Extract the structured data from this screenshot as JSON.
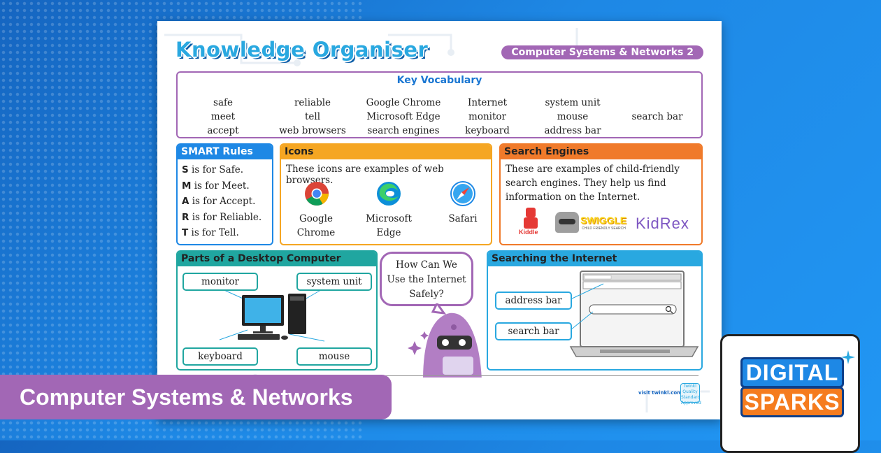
{
  "sheet": {
    "title": "Knowledge Organiser",
    "unit": "Computer Systems & Networks 2",
    "footer_visit": "visit twinkl.com",
    "footer_badge": "twinkl Quality Standard Approved"
  },
  "vocabulary": {
    "title": "Key Vocabulary",
    "columns": [
      [
        "safe",
        "meet",
        "accept"
      ],
      [
        "reliable",
        "tell",
        "web browsers"
      ],
      [
        "Google Chrome",
        "Microsoft Edge",
        "search engines"
      ],
      [
        "Internet",
        "monitor",
        "keyboard"
      ],
      [
        "system unit",
        "mouse",
        "address bar"
      ],
      [
        "search bar"
      ]
    ]
  },
  "smart": {
    "title": "SMART Rules",
    "rules": [
      {
        "letter": "S",
        "text": " is for Safe."
      },
      {
        "letter": "M",
        "text": " is for Meet."
      },
      {
        "letter": "A",
        "text": " is for Accept."
      },
      {
        "letter": "R",
        "text": " is for Reliable."
      },
      {
        "letter": "T",
        "text": " is for Tell."
      }
    ]
  },
  "icons": {
    "title": "Icons",
    "intro": "These icons are examples of web browsers.",
    "browsers": [
      {
        "line1": "Google",
        "line2": "Chrome",
        "icon": "chrome-icon"
      },
      {
        "line1": "Microsoft",
        "line2": "Edge",
        "icon": "edge-icon"
      },
      {
        "line1": "Safari",
        "line2": "",
        "icon": "safari-icon"
      }
    ]
  },
  "search_engines": {
    "title": "Search Engines",
    "lines": [
      "These are examples of child-friendly",
      "search engines. They help us find",
      "information on the Internet."
    ],
    "logos": {
      "kiddle": "Kiddle",
      "swiggle": "SWIGGLE",
      "swiggle_sub": "CHILD FRIENDLY SEARCH",
      "kidrex": "KidRex"
    }
  },
  "parts": {
    "title": "Parts of a Desktop Computer",
    "monitor": "monitor",
    "system_unit": "system unit",
    "keyboard": "keyboard",
    "mouse": "mouse"
  },
  "bubble": {
    "lines": [
      "How Can We",
      "Use the Internet",
      "Safely?"
    ]
  },
  "searching": {
    "title": "Searching the Internet",
    "address_bar": "address bar",
    "search_bar": "search bar"
  },
  "banner": {
    "text": "Computer Systems & Networks"
  },
  "brand": {
    "line1": "DIGITAL",
    "line2": "SPARKS"
  },
  "colors": {
    "purple": "#a267b5",
    "blue": "#1e88e5",
    "orange": "#f5a623",
    "dark_orange": "#f07a2a",
    "teal": "#20a6a0",
    "light_blue": "#29a8e0"
  }
}
